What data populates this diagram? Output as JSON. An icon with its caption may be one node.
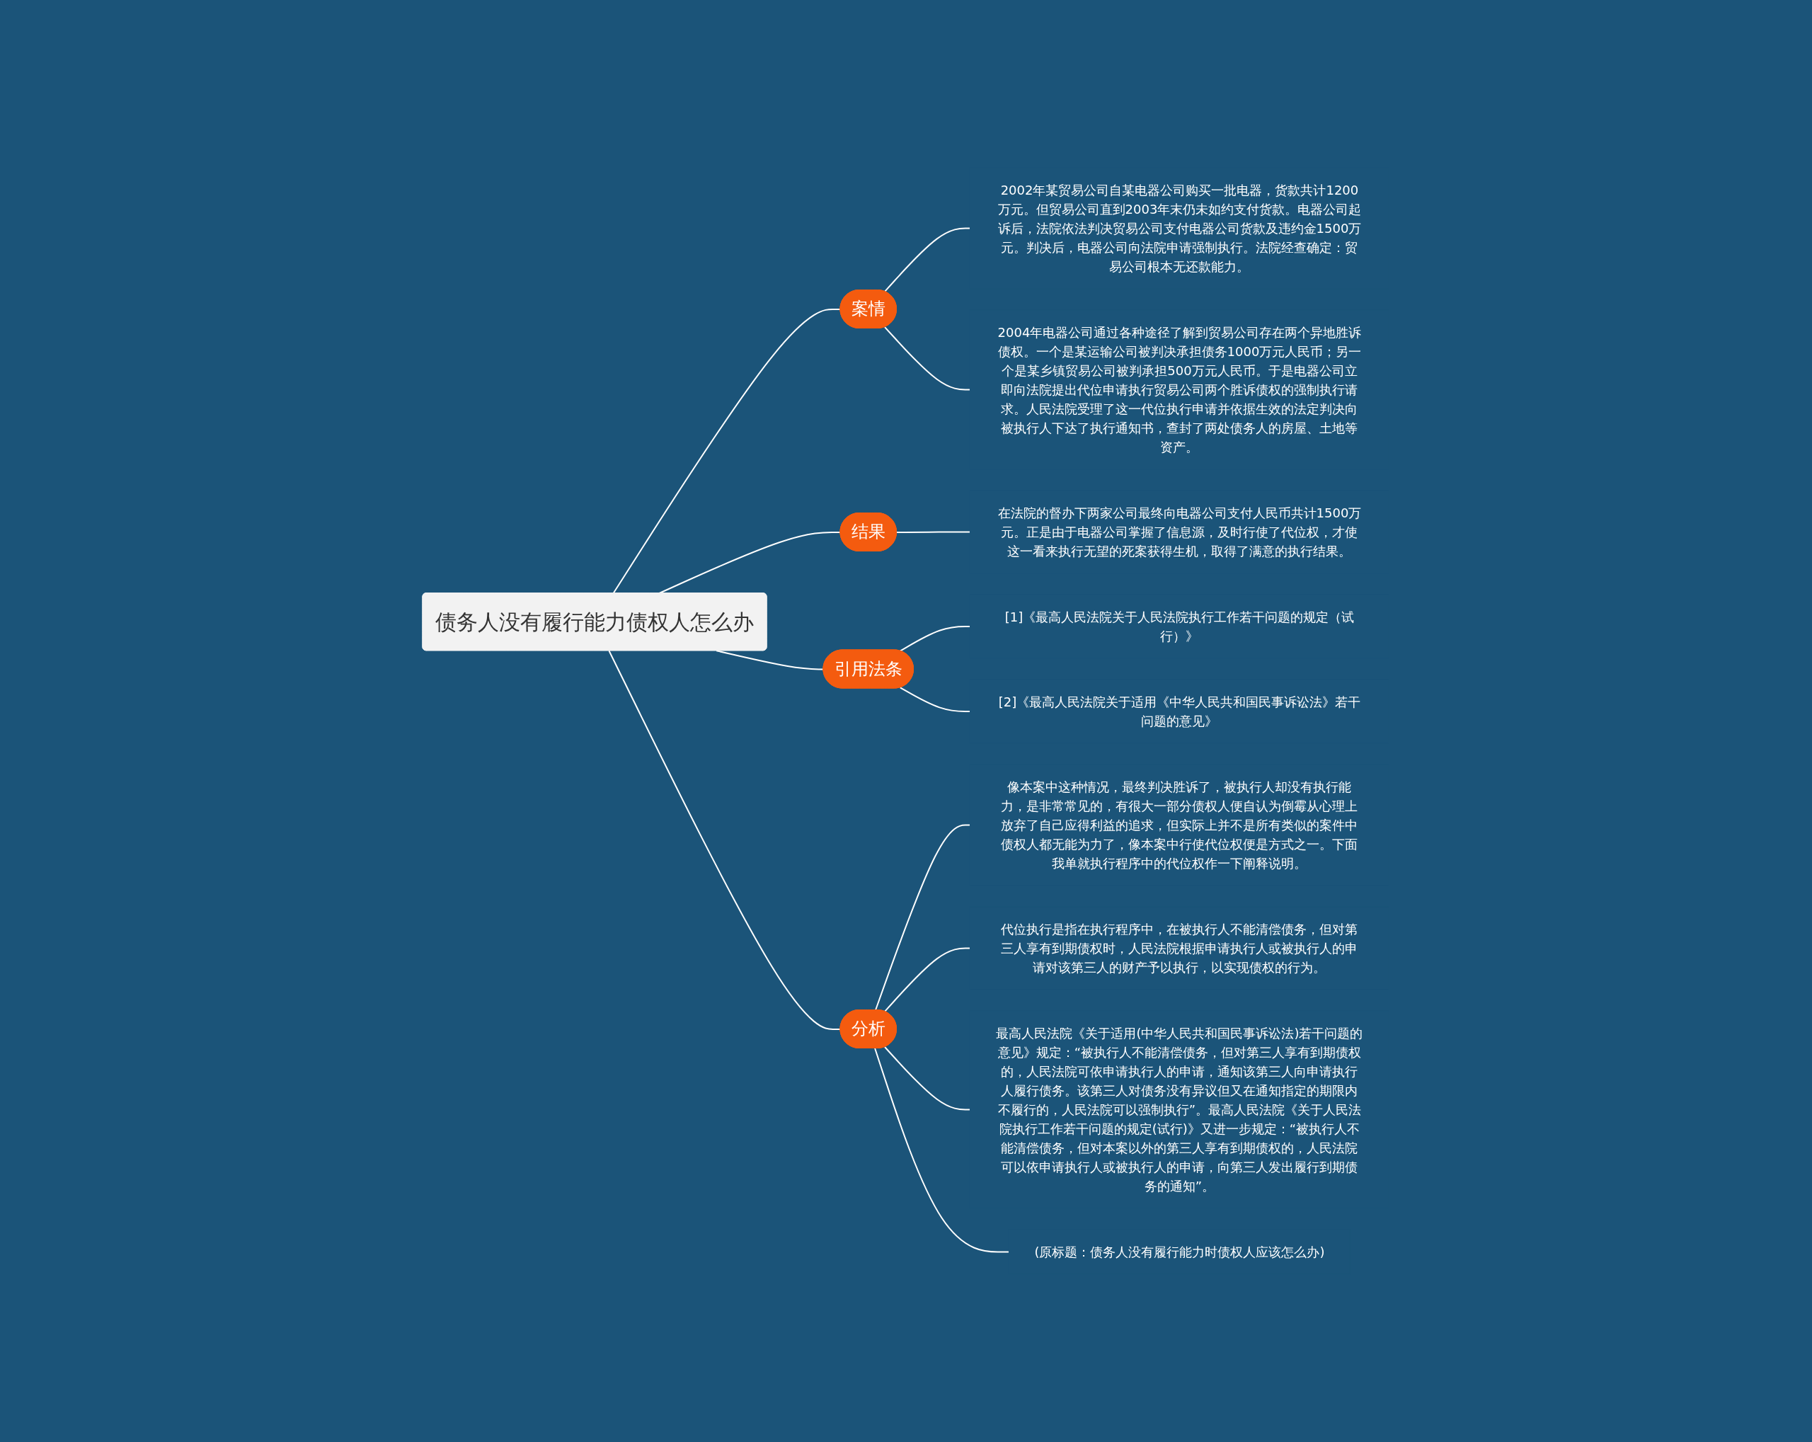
{
  "diagram": {
    "nodes": [
      {
        "text": [
          "债务人没有履行能力债权人怎么办"
        ]
      },
      {
        "text": [
          "案情"
        ]
      },
      {
        "text": [
          "2002年某贸易公司自某电器公司购买一批电器，货款共计1200万元。但贸易公司直到2003年末仍未如约支付货款。电器公司起诉后，法院依法判决贸易公司支付电器公司货款及违约金1500万元。判决后，电器公司向法院申请强制执行。法院经查确定：贸易公司根本无还款能力。"
        ]
      },
      {
        "text": [
          "2004年电器公司通过各种途径了解到贸易公司存在两个异地胜诉债权。一个是某运输公司被判决承担债务1000万元人民币；另一个是某乡镇贸易公司被判承担500万元人民币。于是电器公司立即向法院提出代位申请执行贸易公司两个胜诉债权的强制执行请求。人民法院受理了这一代位执行申请并依据生效的法定判决向被执行人下达了执行通知书，查封了两处债务人的房屋、土地等资产。"
        ]
      },
      {
        "text": [
          "结果"
        ]
      },
      {
        "text": [
          "在法院的督办下两家公司最终向电器公司支付人民币共计1500万元。正是由于电器公司掌握了信息源，及时行使了代位权，才使这一看来执行无望的死案获得生机，取得了满意的执行结果。"
        ]
      },
      {
        "text": [
          "引用法条"
        ]
      },
      {
        "text": [
          "[1]《最高人民法院关于人民法院执行工作若干问题的规定（试行）》"
        ]
      },
      {
        "text": [
          "[2]《最高人民法院关于适用《中华人民共和国民事诉讼法》若干问题的意见》"
        ]
      },
      {
        "text": [
          "分析"
        ]
      },
      {
        "text": [
          "像本案中这种情况，最终判决胜诉了，被执行人却没有执行能力，是非常常见的，有很大一部分债权人便自认为倒霉从心理上放弃了自己应得利益的追求，但实际上并不是所有类似的案件中债权人都无能为力了，像本案中行使代位权便是方式之一。下面我单就执行程序中的代位权作一下阐释说明。"
        ]
      },
      {
        "text": [
          "代位执行是指在执行程序中，在被执行人不能清偿债务，但对第三人享有到期债权时，人民法院根据申请执行人或被执行人的申请对该第三人的财产予以执行，以实现债权的行为。"
        ]
      },
      {
        "text": [
          "最高人民法院《关于适用(中华人民共和国民事诉讼法)若干问题的意见》规定：“被执行人不能清偿债务，但对第三人享有到期债权的，人民法院可依申请执行人的申请，通知该第三人向申请执行人履行债务。该第三人对债务没有异议但又在通知指定的期限内不履行的，人民法院可以强制执行”。最高人民法院《关于人民法院执行工作若干问题的规定(试行)》又进一步规定：“被执行人不能清偿债务，但对本案以外的第三人享有到期债权的，人民法院可以依申请执行人或被执行人的申请，向第三人发出履行到期债务的通知”。"
        ]
      },
      {
        "text": [
          "(原标题：债务人没有履行能力时债权人应该怎么办)"
        ]
      }
    ],
    "edges": [
      {
        "from": 0,
        "to": 1,
        "arrow": "none"
      },
      {
        "from": 1,
        "to": 2,
        "arrow": "none"
      },
      {
        "from": 1,
        "to": 3,
        "arrow": "none"
      },
      {
        "from": 0,
        "to": 4,
        "arrow": "none"
      },
      {
        "from": 4,
        "to": 5,
        "arrow": "none"
      },
      {
        "from": 0,
        "to": 6,
        "arrow": "none"
      },
      {
        "from": 6,
        "to": 7,
        "arrow": "none"
      },
      {
        "from": 6,
        "to": 8,
        "arrow": "none"
      },
      {
        "from": 0,
        "to": 9,
        "arrow": "none"
      },
      {
        "from": 9,
        "to": 10,
        "arrow": "none"
      },
      {
        "from": 9,
        "to": 11,
        "arrow": "none"
      },
      {
        "from": 9,
        "to": 12,
        "arrow": "none"
      },
      {
        "from": 9,
        "to": 13,
        "arrow": "none"
      }
    ]
  }
}
